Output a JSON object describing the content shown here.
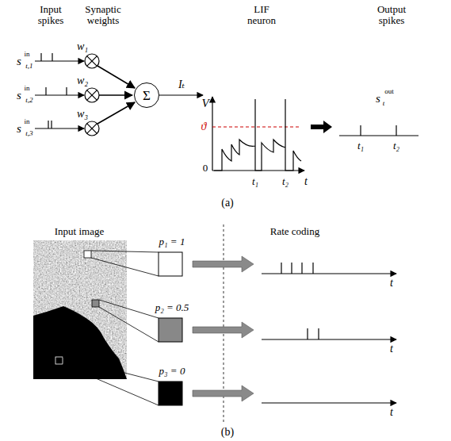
{
  "diagram": {
    "nodes": [
      {
        "text": [
          "Σ"
        ]
      }
    ],
    "labels": [
      "Input spikes",
      "Synaptic weights",
      "LIF neuron",
      "Output spikes",
      "s",
      "in",
      "t,1",
      "s",
      "in",
      "t,2",
      "s",
      "in",
      "t,3",
      "w₁",
      "w₂",
      "w₃",
      "Iₜ",
      "V",
      "ϑ",
      "0",
      "t₁",
      "t₂",
      "t",
      "s",
      "out",
      "t",
      "t₁",
      "t₂",
      "(a)",
      "Input image",
      "Rate coding",
      "p₁ = 1",
      "p₂ = 0.5",
      "p₃ = 0",
      "t",
      "t",
      "t",
      "(b)"
    ]
  }
}
